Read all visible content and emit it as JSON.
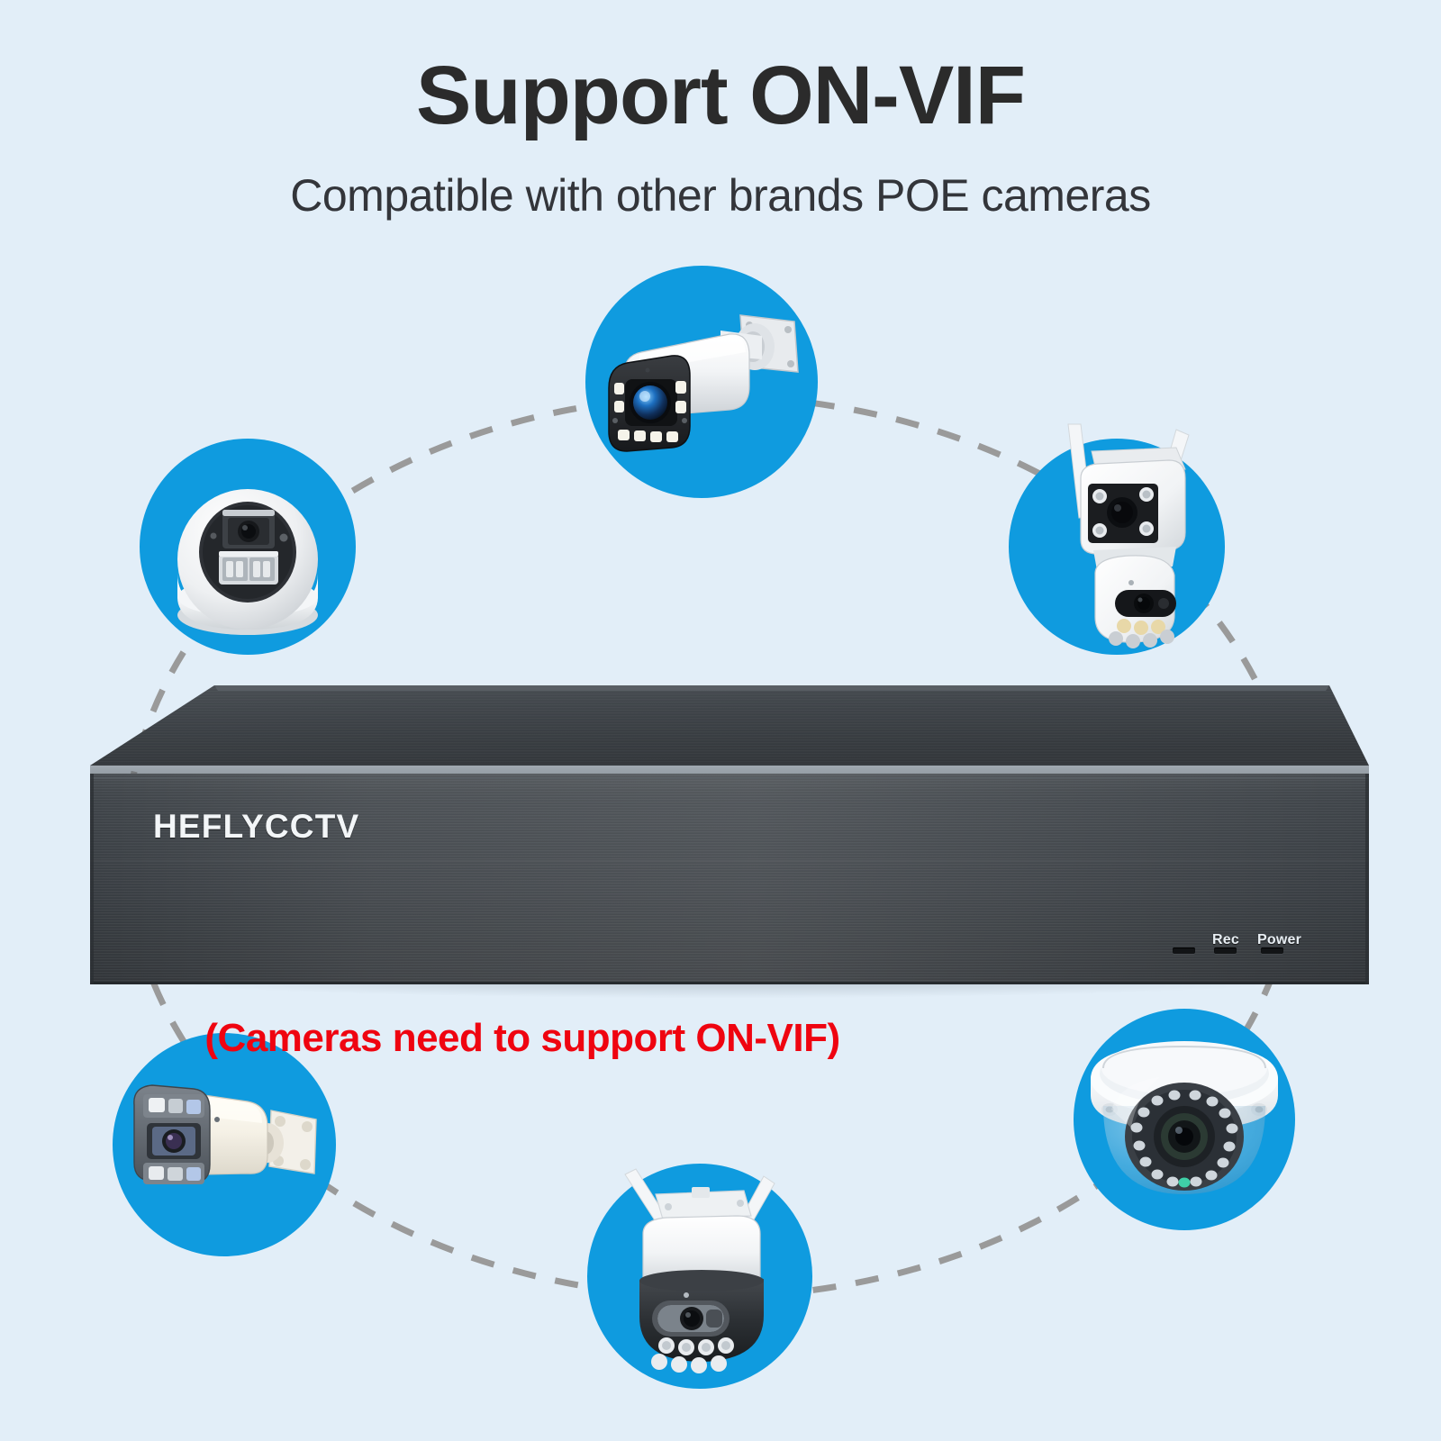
{
  "headings": {
    "title": "Support ON-VIF",
    "subtitle": "Compatible with other brands POE cameras",
    "note": "(Cameras need to support ON-VIF)"
  },
  "colors": {
    "background": "#e2eef8",
    "bubble_blue": "#0f9bdf",
    "title_text": "#2b2b2b",
    "note_red": "#ef0410",
    "dashed_line": "#9a9a9a",
    "nvr_body": "#3a3e42"
  },
  "nvr": {
    "brand": "HEFLYCCTV",
    "indicators": [
      {
        "label": "",
        "name": "status-led"
      },
      {
        "label": "Rec",
        "name": "rec-led"
      },
      {
        "label": "Power",
        "name": "power-led"
      }
    ]
  },
  "cameras": [
    {
      "id": "top-bullet",
      "name": "bullet-camera-top",
      "type": "bullet-camera"
    },
    {
      "id": "left-turret",
      "name": "turret-dome-camera-left",
      "type": "turret-camera"
    },
    {
      "id": "right-dual-ptz",
      "name": "dual-lens-ptz-camera-right",
      "type": "ptz-camera"
    },
    {
      "id": "bottom-left-bullet",
      "name": "mini-bullet-camera-bottom-left",
      "type": "bullet-camera"
    },
    {
      "id": "bottom-ptz",
      "name": "ptz-dome-camera-bottom",
      "type": "ptz-camera"
    },
    {
      "id": "bottom-right-dome",
      "name": "vandal-dome-camera-bottom-right",
      "type": "dome-camera"
    }
  ]
}
